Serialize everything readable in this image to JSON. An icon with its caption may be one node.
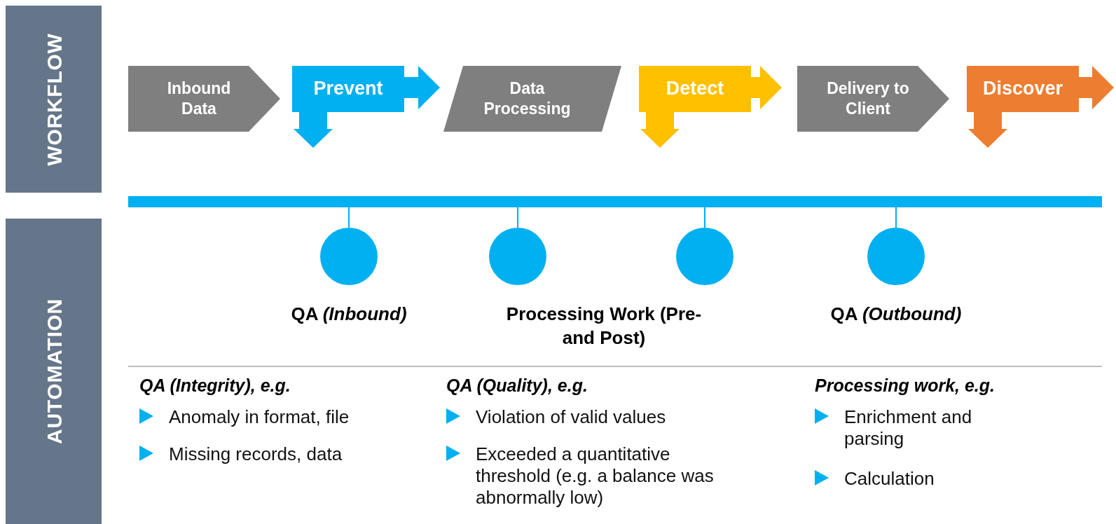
{
  "diagram": {
    "nodes": [
      {
        "text": [
          "WORKFLOW"
        ]
      },
      {
        "text": [
          "AUTOMATION"
        ]
      },
      {
        "text": [
          "Inbound Data"
        ]
      },
      {
        "text": [
          "Prevent"
        ]
      },
      {
        "text": [
          "Data Processing"
        ]
      },
      {
        "text": [
          "Detect"
        ]
      },
      {
        "text": [
          "Delivery to Client"
        ]
      },
      {
        "text": [
          "Discover"
        ]
      },
      {
        "text": [],
        "shape": "bar"
      },
      {
        "text": [],
        "shape": "circle",
        "beside": [
          "QA *(Inbound)*"
        ]
      },
      {
        "text": [],
        "shape": "circle"
      },
      {
        "text": [],
        "shape": "circle"
      },
      {
        "text": [],
        "shape": "circle",
        "beside": [
          "QA *(Outbound)*"
        ]
      }
    ],
    "edges": [
      {
        "from": 8,
        "to": 9,
        "arrow": "none"
      },
      {
        "from": 8,
        "to": 10,
        "arrow": "none"
      },
      {
        "from": 8,
        "to": 11,
        "arrow": "none"
      },
      {
        "from": 8,
        "to": 12,
        "arrow": "none"
      }
    ],
    "labels": [
      "Processing Work (Pre- and Post)",
      "QA (Integrity), e.g.",
      "Anomaly in format, file",
      "Missing records, data",
      "QA (Quality), e.g.",
      "Violation of valid values",
      "Exceeded a quantitative threshold (e.g. a balance was abnormally low)",
      "Processing work, e.g.",
      "Enrichment and parsing",
      "Calculation"
    ]
  }
}
